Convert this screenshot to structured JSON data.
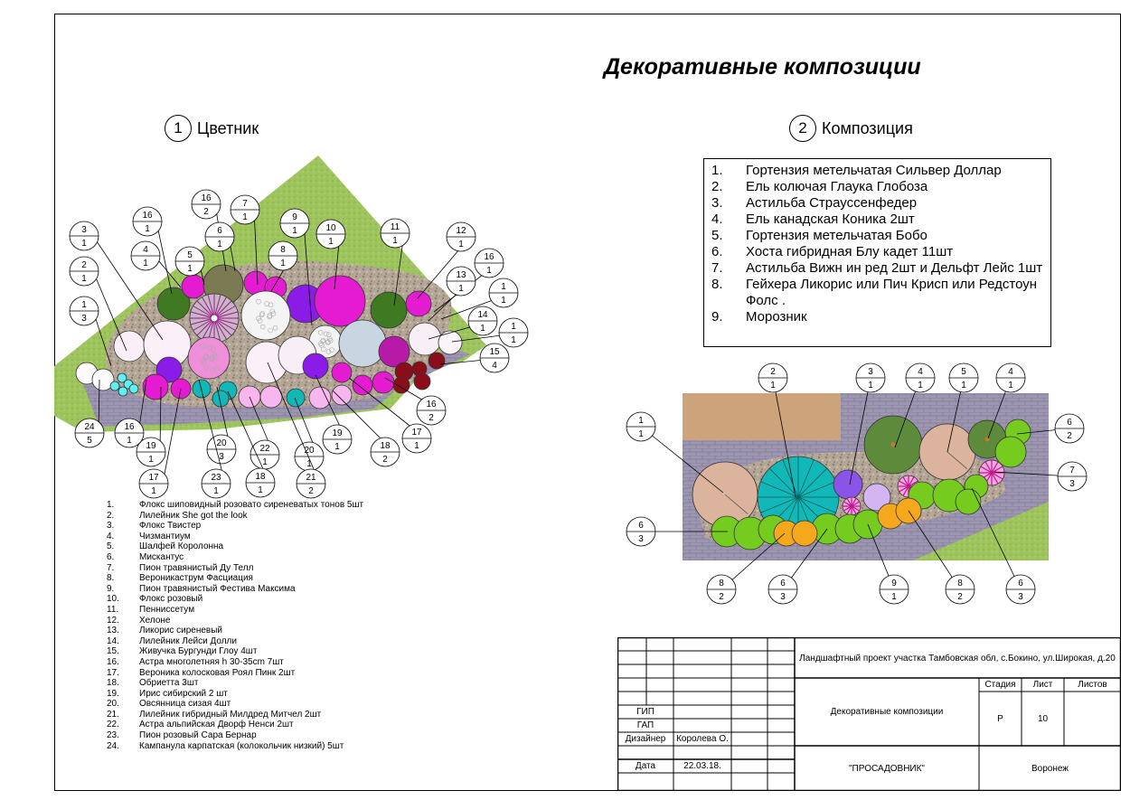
{
  "title": "Декоративные композиции",
  "section1": {
    "num": "1",
    "label": "Цветник"
  },
  "section2": {
    "num": "2",
    "label": "Композиция"
  },
  "legend_composition": [
    {
      "n": "1.",
      "text": "Гортензия метельчатая Сильвер Доллар"
    },
    {
      "n": "2.",
      "text": "Ель колючая Глаука Глобоза"
    },
    {
      "n": "3.",
      "text": "Астильба Страуссенфедер"
    },
    {
      "n": "4.",
      "text": "Ель канадская Коника 2шт"
    },
    {
      "n": "5.",
      "text": "Гортензия метельчатая Бобо"
    },
    {
      "n": "6.",
      "text": "Хоста гибридная Блу кадет 11шт"
    },
    {
      "n": "7.",
      "text": "Астильба Вижн ин ред 2шт и Дельфт Лейс 1шт"
    },
    {
      "n": "8.",
      "text": "Гейхера Ликорис или Пич Крисп или Редстоун Фолс ."
    },
    {
      "n": "9.",
      "text": "Морозник"
    }
  ],
  "legend_flowerbed": [
    {
      "n": "1.",
      "text": "Флокс шиповидный розовато сиреневатых тонов 5шт"
    },
    {
      "n": "2.",
      "text": "Лилейник She got the look"
    },
    {
      "n": "3.",
      "text": "Флокс Твистер"
    },
    {
      "n": "4.",
      "text": "Чизмантиум"
    },
    {
      "n": "5.",
      "text": "Шалфей Королонна"
    },
    {
      "n": "6.",
      "text": "Мискантус"
    },
    {
      "n": "7.",
      "text": "Пион травянистый Ду Телл"
    },
    {
      "n": "8.",
      "text": "Вероникаструм Фасциация"
    },
    {
      "n": "9.",
      "text": "Пион травянистый Фестива Максима"
    },
    {
      "n": "10.",
      "text": "Флокс розовый"
    },
    {
      "n": "11.",
      "text": "Пенниссетум"
    },
    {
      "n": "12.",
      "text": "Хелоне"
    },
    {
      "n": "13.",
      "text": "Ликорис сиреневый"
    },
    {
      "n": "14.",
      "text": "Лилейник Лейси Долли"
    },
    {
      "n": "15.",
      "text": "Живучка Бургунди Глоу 4шт"
    },
    {
      "n": "16.",
      "text": "Астра многолетняя h 30-35cm 7шт"
    },
    {
      "n": "17.",
      "text": "Вероника колосковая Роял Пинк 2шт"
    },
    {
      "n": "18.",
      "text": "Обриетта 3шт"
    },
    {
      "n": "19.",
      "text": "Ирис сибирский 2 шт"
    },
    {
      "n": "20.",
      "text": "Овсянница сизая 4шт"
    },
    {
      "n": "21.",
      "text": "Лилейник гибридный Милдред Митчел 2шт"
    },
    {
      "n": "22.",
      "text": "Астра альпийская Дворф Ненси 2шт"
    },
    {
      "n": "23.",
      "text": "Пион розовый Сара Бернар"
    },
    {
      "n": "24.",
      "text": "Кампанула карпатская (колокольчик низкий) 5шт"
    }
  ],
  "callouts_flowerbed": [
    {
      "top": "1",
      "bottom": "3"
    },
    {
      "top": "2",
      "bottom": "1"
    },
    {
      "top": "3",
      "bottom": "1"
    },
    {
      "top": "16",
      "bottom": "1"
    },
    {
      "top": "4",
      "bottom": "1"
    },
    {
      "top": "5",
      "bottom": "1"
    },
    {
      "top": "16",
      "bottom": "2"
    },
    {
      "top": "6",
      "bottom": "1"
    },
    {
      "top": "7",
      "bottom": "1"
    },
    {
      "top": "8",
      "bottom": "1"
    },
    {
      "top": "9",
      "bottom": "1"
    },
    {
      "top": "10",
      "bottom": "1"
    },
    {
      "top": "11",
      "bottom": "1"
    },
    {
      "top": "12",
      "bottom": "1"
    },
    {
      "top": "16",
      "bottom": "1"
    },
    {
      "top": "13",
      "bottom": "1"
    },
    {
      "top": "1",
      "bottom": "1"
    },
    {
      "top": "14",
      "bottom": "1"
    },
    {
      "top": "1",
      "bottom": "1"
    },
    {
      "top": "15",
      "bottom": "4"
    },
    {
      "top": "16",
      "bottom": "2"
    },
    {
      "top": "17",
      "bottom": "1"
    },
    {
      "top": "18",
      "bottom": "2"
    },
    {
      "top": "19",
      "bottom": "1"
    },
    {
      "top": "20",
      "bottom": "1"
    },
    {
      "top": "21",
      "bottom": "2"
    },
    {
      "top": "22",
      "bottom": "1"
    },
    {
      "top": "18",
      "bottom": "1"
    },
    {
      "top": "20",
      "bottom": "3"
    },
    {
      "top": "23",
      "bottom": "1"
    },
    {
      "top": "17",
      "bottom": "1"
    },
    {
      "top": "19",
      "bottom": "1"
    },
    {
      "top": "16",
      "bottom": "1"
    },
    {
      "top": "24",
      "bottom": "5"
    }
  ],
  "callouts_composition": [
    {
      "top": "2",
      "bottom": "1"
    },
    {
      "top": "3",
      "bottom": "1"
    },
    {
      "top": "4",
      "bottom": "1"
    },
    {
      "top": "5",
      "bottom": "1"
    },
    {
      "top": "4",
      "bottom": "1"
    },
    {
      "top": "1",
      "bottom": "1"
    },
    {
      "top": "6",
      "bottom": "2"
    },
    {
      "top": "7",
      "bottom": "3"
    },
    {
      "top": "6",
      "bottom": "3"
    },
    {
      "top": "8",
      "bottom": "2"
    },
    {
      "top": "6",
      "bottom": "3"
    },
    {
      "top": "9",
      "bottom": "1"
    },
    {
      "top": "8",
      "bottom": "2"
    },
    {
      "top": "6",
      "bottom": "3"
    }
  ],
  "titleblock": {
    "project": "Ландшафтный проект участка Тамбовская обл, с.Бокино, ул.Широкая, д.20",
    "sheet_title": "Декоративные композиции",
    "stage_h": "Стадия",
    "sheet_h": "Лист",
    "sheets_h": "Листов",
    "stage": "Р",
    "sheet": "10",
    "gip": "ГИП",
    "gap": "ГАП",
    "designer_label": "Дизайнер",
    "designer": "Королева О.",
    "date_label": "Дата",
    "date": "22.03.18.",
    "company": "\"ПРОСАДОВНИК\"",
    "city": "Воронеж"
  },
  "colors": {
    "lawn": "#9bc45a",
    "paving": "#9a92ae",
    "gravel": "#b8a898",
    "sand": "#cda37c",
    "dark_green": "#3f7a22",
    "magenta": "#e51bd2",
    "violet": "#8b1be6",
    "teal": "#12b7b8",
    "orange": "#f6a81c",
    "light_green": "#76cc1e",
    "beige": "#dcb39c",
    "burgundy": "#8b0d1a"
  }
}
